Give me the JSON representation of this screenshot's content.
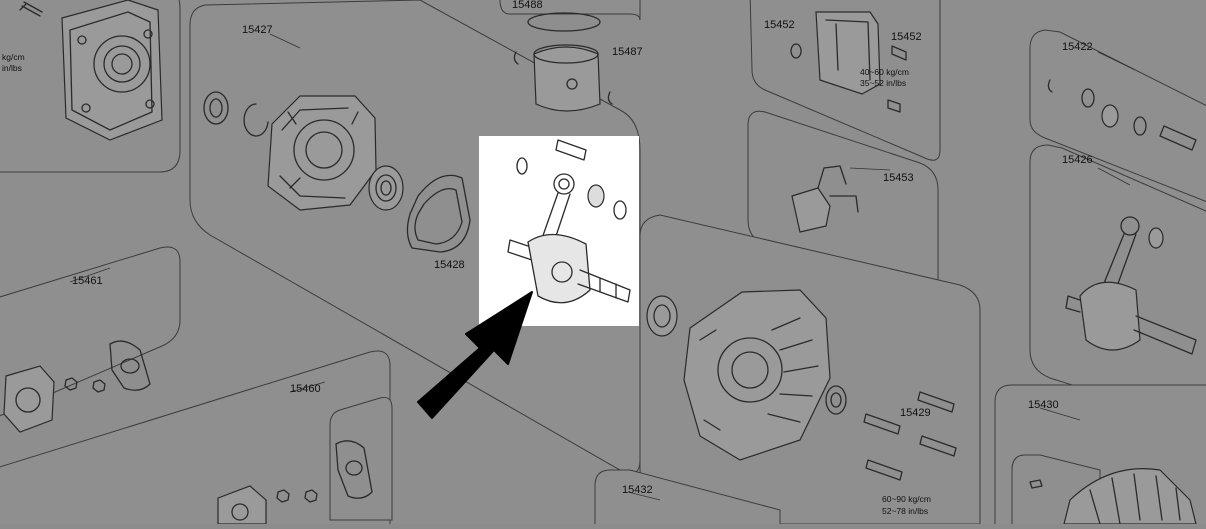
{
  "callouts": {
    "p15488": "15488",
    "p15427": "15427",
    "p15487": "15487",
    "p15452a": "15452",
    "p15452b": "15452",
    "p15422": "15422",
    "p15453": "15453",
    "p15426": "15426",
    "p15461": "15461",
    "p15428": "15428",
    "p15460": "15460",
    "p15429": "15429",
    "p15430": "15430",
    "p15432": "15432"
  },
  "specs": {
    "left_line1": "kg/cm",
    "left_line2": "in/lbs",
    "mid_line1": "40~60 kg/cm",
    "mid_line2": "35~52 in/lbs",
    "bottom_line1": "60~90 kg/cm",
    "bottom_line2": "52~78 in/lbs"
  },
  "colors": {
    "background": "#8e8e8e",
    "highlight": "#ffffff",
    "arrow": "#000000"
  },
  "icons": {
    "pointer": "arrow-icon"
  }
}
